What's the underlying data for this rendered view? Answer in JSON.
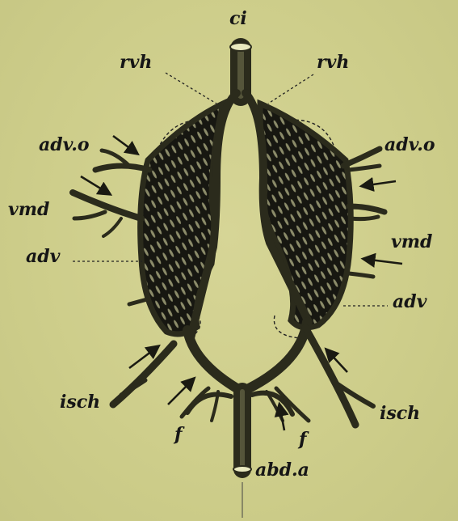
{
  "figure": {
    "labels": {
      "ci": "ci",
      "rvh_left": "rvh",
      "rvh_right": "rvh",
      "advo_left": "adv.o",
      "advo_right": "adv.o",
      "vmd_left": "vmd",
      "vmd_right": "vmd",
      "adv_left": "adv",
      "adv_right": "adv",
      "isch_left": "isch",
      "isch_right": "isch",
      "f_left": "f",
      "f_right": "f",
      "abda": "abd.a"
    },
    "colors": {
      "background": "#cfcf8c",
      "vessel": "#2b2b1c",
      "vessel_light": "#55553a",
      "ink": "#161616"
    }
  }
}
